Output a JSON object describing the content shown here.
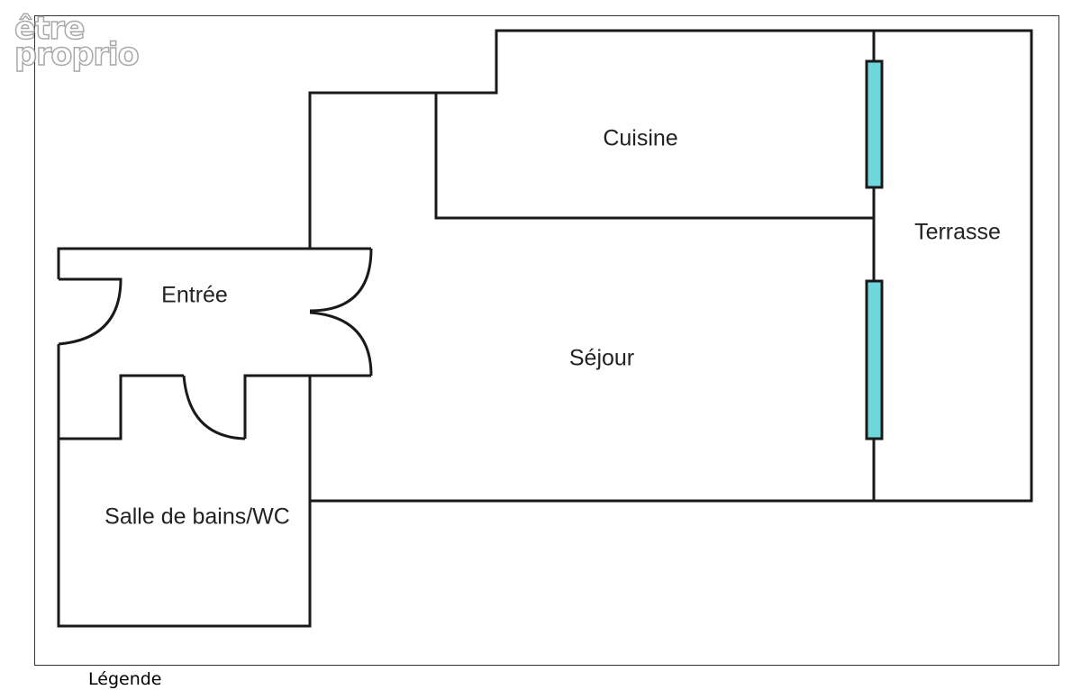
{
  "watermark": {
    "line1": "être",
    "line2": "proprio"
  },
  "rooms": {
    "cuisine": "Cuisine",
    "terrasse": "Terrasse",
    "entree": "Entrée",
    "sejour": "Séjour",
    "salle_de_bains": "Salle de bains/WC"
  },
  "caption": "Légende",
  "colors": {
    "wall": "#1a1a1a",
    "window": "#6fd6dc"
  }
}
